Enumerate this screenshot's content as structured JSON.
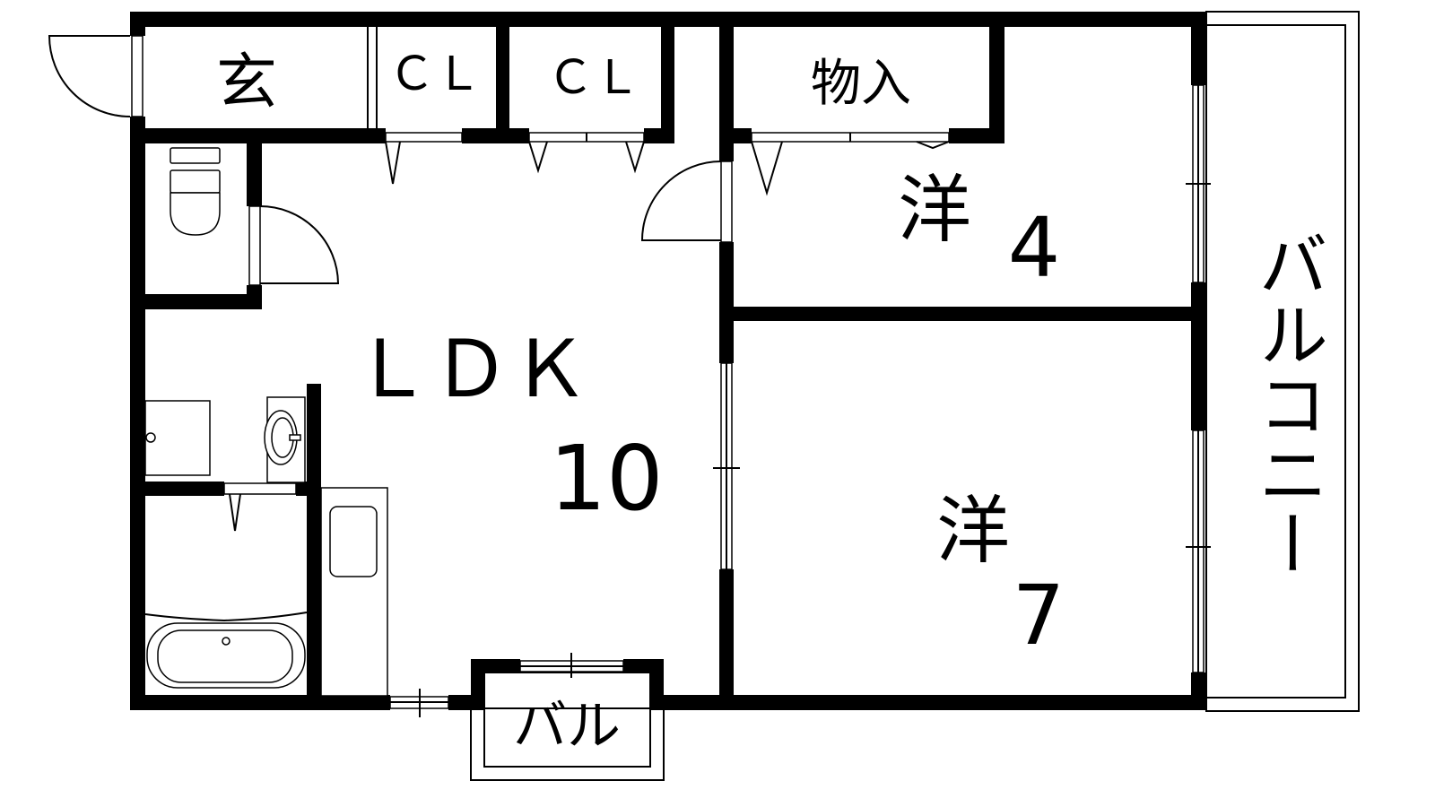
{
  "floorplan": {
    "rooms": {
      "entrance": "玄",
      "closet1": "ＣＬ",
      "closet2": "ＣＬ",
      "storage": "物入",
      "western4_label": "洋",
      "western4_size": "4",
      "ldk_label": "ＬＤＫ",
      "ldk_size": "10",
      "western7_label": "洋",
      "western7_size": "7",
      "balcony": "バルコニー",
      "small_balcony": "バル"
    },
    "colors": {
      "wall": "#000000",
      "background": "#ffffff"
    }
  }
}
